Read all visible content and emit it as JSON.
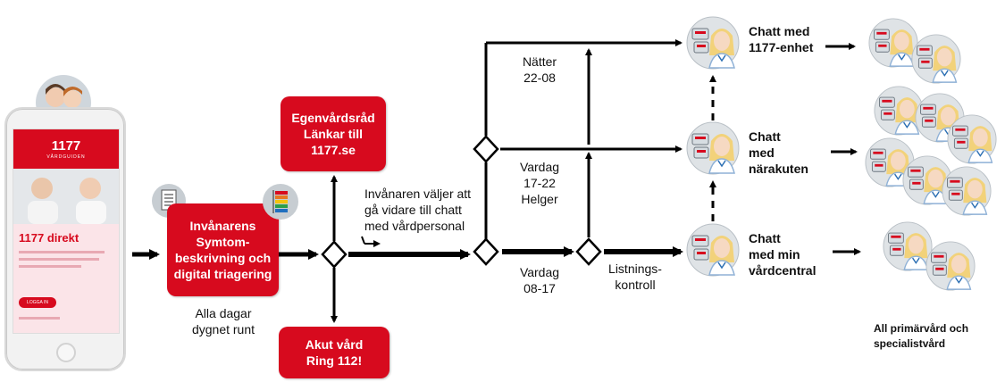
{
  "phone": {
    "logo": "1177",
    "logo_sub": "VÅRDGUIDEN",
    "title": "1177 direkt",
    "button": "LOGGA IN"
  },
  "triage": {
    "box": "Invånarens Symtom-beskrivning och digital triagering",
    "box_lines": [
      "Invånarens",
      "Symtom-",
      "beskrivning och",
      "digital triagering"
    ],
    "availability_lines": [
      "Alla dagar",
      "dygnet runt"
    ]
  },
  "selfcare": {
    "lines": [
      "Egenvårdsråd",
      "Länkar till",
      "1177.se"
    ]
  },
  "emergency": {
    "lines": [
      "Akut vård",
      "Ring 112!"
    ]
  },
  "choice_note": {
    "lines": [
      "Invånaren väljer att",
      "gå vidare till chatt",
      "med vårdpersonal"
    ]
  },
  "time_labels": {
    "nights": [
      "Nätter",
      "22-08"
    ],
    "evenings": [
      "Vardag",
      "17-22",
      "Helger"
    ],
    "daytime": [
      "Vardag",
      "08-17"
    ],
    "listing": [
      "Listnings-",
      "kontroll"
    ]
  },
  "chats": {
    "unit": [
      "Chatt med",
      "1177-enhet"
    ],
    "emergency": [
      "Chatt",
      "med",
      "närakuten"
    ],
    "own": [
      "Chatt",
      "med min",
      "vårdcentral"
    ]
  },
  "destination": {
    "lines": [
      "All primärvård och",
      "specialistvård"
    ]
  },
  "icons": {
    "document": "document-icon",
    "triage_scale": "triage-scale-icon",
    "family": "family-avatar-icon",
    "nurse": "nurse-chat-icon"
  },
  "colors": {
    "red": "#d70a1e",
    "icon_bg": "#dfe3e6",
    "nurse_hair": "#f2d27a",
    "nurse_skin": "#f6d9c2"
  }
}
